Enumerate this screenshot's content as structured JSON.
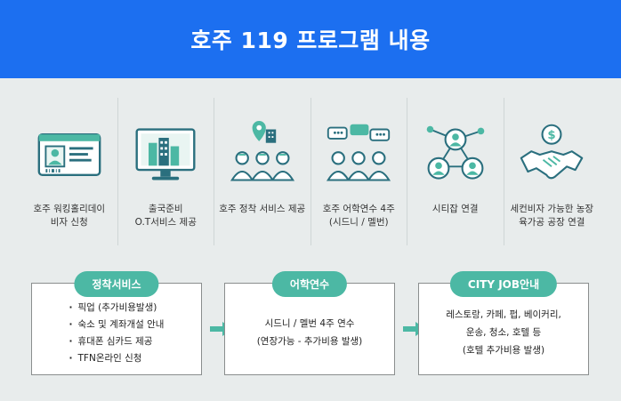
{
  "title": "호주 119 프로그램 내용",
  "colors": {
    "header": "#1c6ff0",
    "accent": "#4cb8a4",
    "background": "#e8ecec"
  },
  "icons": [
    {
      "icon": "id-card-icon",
      "caption": "호주 워킹홀리데이\n비자 신청"
    },
    {
      "icon": "monitor-buildings-icon",
      "caption": "출국준비\nO.T서비스 제공"
    },
    {
      "icon": "location-people-icon",
      "caption": "호주 정착 서비스 제공"
    },
    {
      "icon": "chat-people-icon",
      "caption": "호주 어학연수 4주\n(시드니 / 멜번)"
    },
    {
      "icon": "network-people-icon",
      "caption": "시티잡 연결"
    },
    {
      "icon": "handshake-dollar-icon",
      "caption": "세컨비자 가능한 농장\n육가공 공장 연결"
    }
  ],
  "steps": [
    {
      "label": "정착서비스",
      "items": [
        "픽업 (추가비용발생)",
        "숙소 및 계좌개설 안내",
        "휴대폰 심카드 제공",
        "TFN온라인 신청"
      ]
    },
    {
      "label": "어학연수",
      "text": "시드니 / 멜번 4주 연수\n(연장가능 - 추가비용 발생)"
    },
    {
      "label": "CITY JOB안내",
      "text": "레스토랑, 카페, 펍, 베이커리,\n운송, 청소, 호텔 등\n(호텔 추가비용 발생)"
    }
  ]
}
